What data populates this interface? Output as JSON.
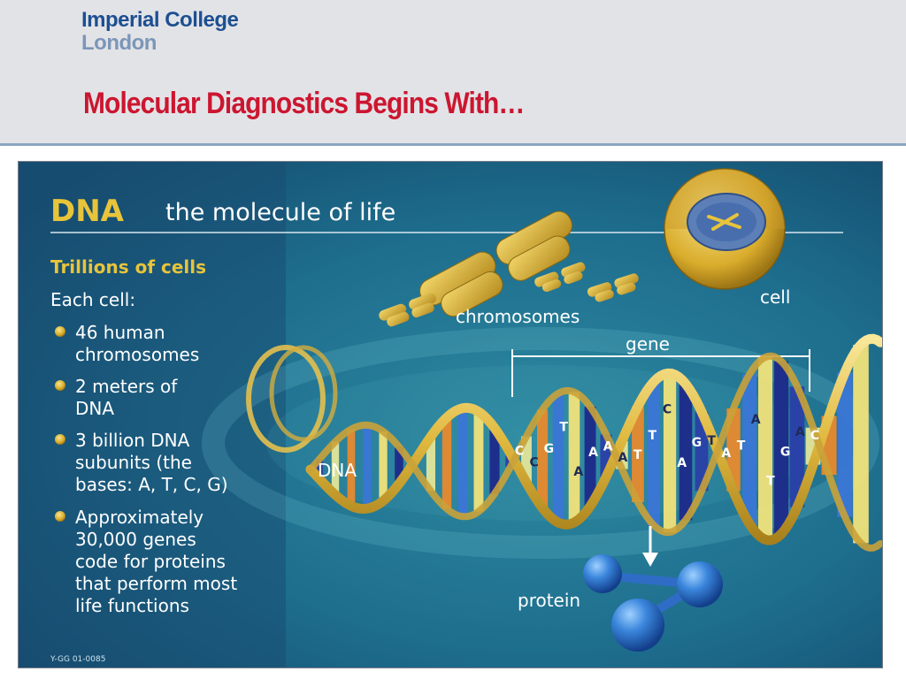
{
  "logo": {
    "line1": "Imperial College",
    "line2": "London"
  },
  "slide": {
    "title": "Molecular Diagnostics Begins With…"
  },
  "figure": {
    "heading_bold": "DNA",
    "heading_rest": "the molecule of life",
    "subheading": "Trillions of cells",
    "intro": "Each cell:",
    "bullets": [
      [
        "46 human",
        "chromosomes"
      ],
      [
        "2 meters of",
        "DNA"
      ],
      [
        "3 billion DNA",
        "subunits (the",
        "bases: A, T, C, G)"
      ],
      [
        "Approximately",
        "30,000 genes",
        "code for proteins",
        "that perform most",
        "life functions"
      ]
    ],
    "labels": {
      "chromosomes": "chromosomes",
      "cell": "cell",
      "gene": "gene",
      "dna": "DNA",
      "protein": "protein"
    },
    "base_letters": [
      "C",
      "C",
      "G",
      "T",
      "A",
      "A",
      "A",
      "A",
      "T",
      "T",
      "C",
      "A",
      "G",
      "T",
      "A",
      "T",
      "A",
      "T",
      "G",
      "A",
      "C"
    ],
    "code": "Y-GG 01-0085",
    "colors": {
      "background": "#1a5f80",
      "panel": "#1a4f72",
      "heading_gold": "#e8c43a",
      "ribbon": "#e3c04f",
      "title_red": "#cc1630",
      "logo_blue": "#1d4f91"
    }
  }
}
